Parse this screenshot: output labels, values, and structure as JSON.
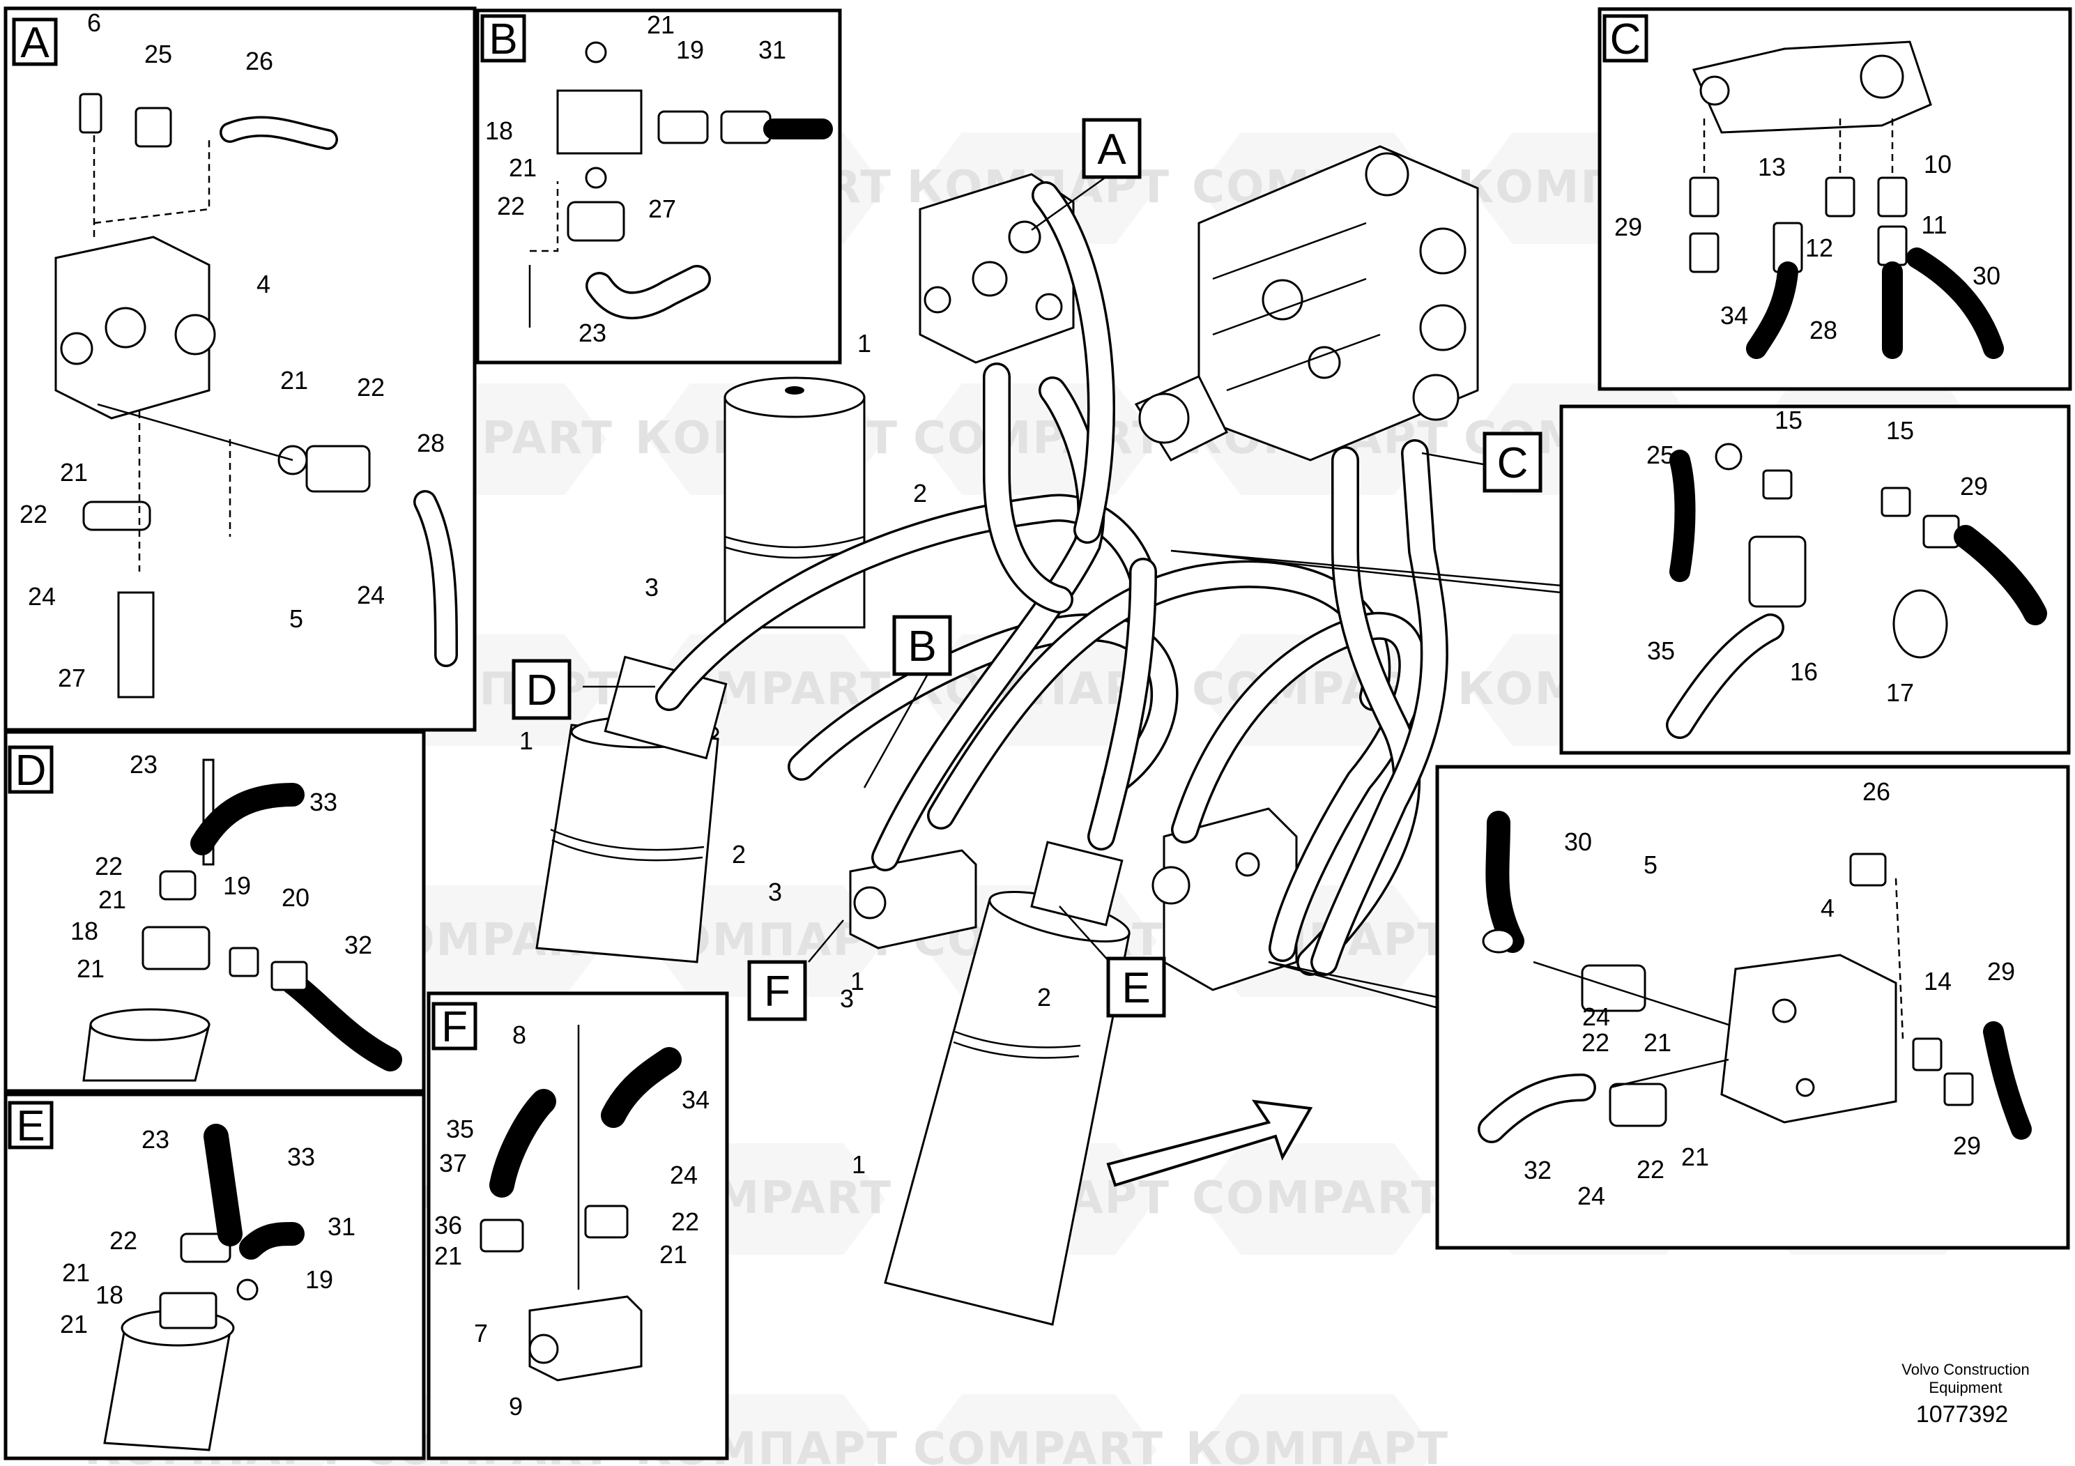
{
  "watermark": {
    "latin": "COMPART",
    "cyrillic": "КОМПАРТ"
  },
  "footer": {
    "company_line1": "Volvo Construction",
    "company_line2": "Equipment",
    "drawing_number": "1077392"
  },
  "callouts": {
    "A": "A",
    "B": "B",
    "C": "C",
    "D": "D",
    "E": "E",
    "F": "F"
  },
  "main_labels": [
    "1",
    "2",
    "3",
    "1",
    "2",
    "3",
    "1",
    "3",
    "2",
    "1"
  ],
  "panel_A_labels": [
    "6",
    "25",
    "26",
    "4",
    "21",
    "22",
    "28",
    "21",
    "22",
    "5",
    "24",
    "24",
    "27"
  ],
  "panel_B_labels": [
    "21",
    "19",
    "31",
    "18",
    "21",
    "22",
    "27",
    "23"
  ],
  "panel_C_labels": [
    "13",
    "10",
    "29",
    "12",
    "11",
    "30",
    "34",
    "28"
  ],
  "panel_C2_labels": [
    "15",
    "15",
    "25",
    "29",
    "35",
    "16",
    "17"
  ],
  "panel_D_labels": [
    "23",
    "33",
    "22",
    "21",
    "19",
    "20",
    "18",
    "32",
    "21"
  ],
  "panel_E_labels": [
    "23",
    "33",
    "31",
    "22",
    "21",
    "19",
    "18",
    "21"
  ],
  "panel_F_labels": [
    "8",
    "34",
    "35",
    "37",
    "24",
    "36",
    "22",
    "21",
    "21",
    "7",
    "9"
  ],
  "panel_E2_labels": [
    "26",
    "30",
    "5",
    "4",
    "14",
    "29",
    "24",
    "22",
    "21",
    "29",
    "32",
    "22",
    "21",
    "24"
  ]
}
